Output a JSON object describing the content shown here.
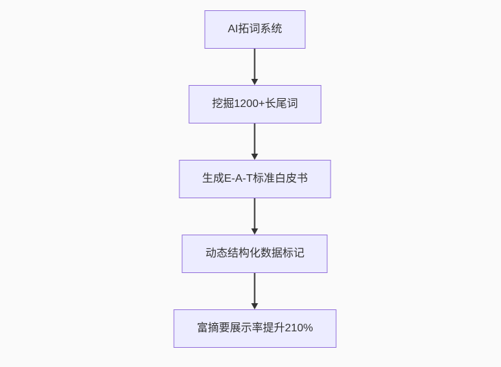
{
  "page": {
    "background_color": "#fafafa"
  },
  "flowchart": {
    "type": "flowchart-top-down",
    "colors": {
      "node_fill": "#ECECFF",
      "node_border": "#9370DB",
      "text_color": "#333333",
      "arrow_color": "#333333"
    },
    "nodes": [
      {
        "label": "AI拓词系统"
      },
      {
        "label": "挖掘1200+长尾词"
      },
      {
        "label": "生成E-A-T标准白皮书"
      },
      {
        "label": "动态结构化数据标记"
      },
      {
        "label": "富摘要展示率提升210%"
      }
    ],
    "edges": [
      {
        "from": 0,
        "to": 1,
        "style": "arrow-down"
      },
      {
        "from": 1,
        "to": 2,
        "style": "arrow-down"
      },
      {
        "from": 2,
        "to": 3,
        "style": "arrow-down"
      },
      {
        "from": 3,
        "to": 4,
        "style": "arrow-down"
      }
    ]
  }
}
